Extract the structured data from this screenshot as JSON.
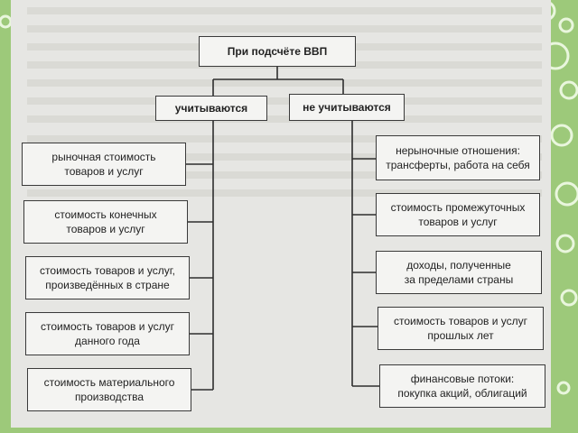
{
  "root": "При подсчёте ВВП",
  "left_header": "учитываются",
  "right_header": "не учитываются",
  "left_items": [
    "рыночная стоимость\nтоваров и услуг",
    "стоимость конечных\nтоваров и услуг",
    "стоимость товаров и услуг,\nпроизведённых в стране",
    "стоимость товаров и услуг\nданного года",
    "стоимость материального\nпроизводства"
  ],
  "right_items": [
    "нерыночные отношения:\nтрансферты, работа на себя",
    "стоимость промежуточных\nтоваров и услуг",
    "доходы, полученные\nза пределами страны",
    "стоимость товаров и услуг\nпрошлых лет",
    "финансовые потоки:\nпокупка акций, облигаций"
  ],
  "colors": {
    "background": "#9dc97a",
    "paper": "#e6e6e3",
    "box_border": "#3a3a3a"
  }
}
